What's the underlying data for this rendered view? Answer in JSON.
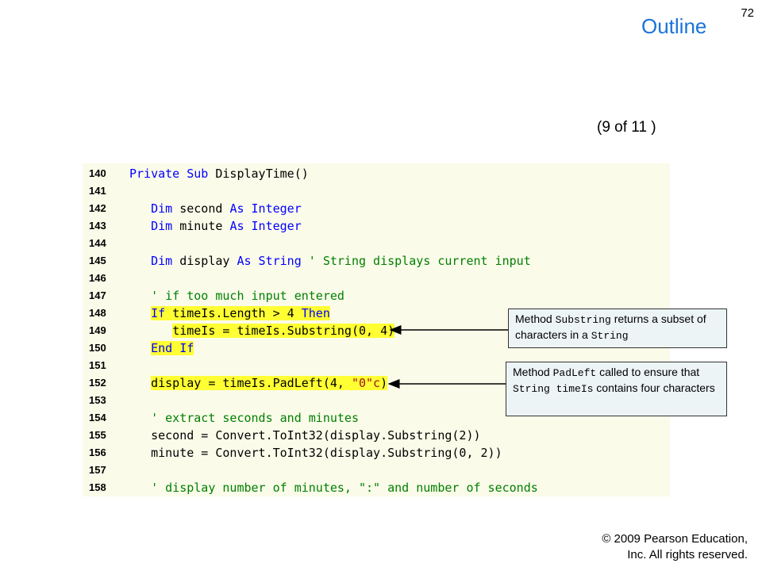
{
  "header": {
    "page_number": "72",
    "title": "Outline",
    "slide_count": "(9 of 11 )"
  },
  "code_lines": [
    {
      "num": "140",
      "segments": [
        {
          "t": "Private Sub ",
          "c": "kw"
        },
        {
          "t": "DisplayTime()",
          "c": ""
        }
      ]
    },
    {
      "num": "141",
      "segments": []
    },
    {
      "num": "142",
      "segments": [
        {
          "t": "   Dim ",
          "c": "kw"
        },
        {
          "t": "second ",
          "c": ""
        },
        {
          "t": "As Integer",
          "c": "kw"
        }
      ]
    },
    {
      "num": "143",
      "segments": [
        {
          "t": "   Dim ",
          "c": "kw"
        },
        {
          "t": "minute ",
          "c": ""
        },
        {
          "t": "As Integer",
          "c": "kw"
        }
      ]
    },
    {
      "num": "144",
      "segments": []
    },
    {
      "num": "145",
      "segments": [
        {
          "t": "   Dim ",
          "c": "kw"
        },
        {
          "t": "display ",
          "c": ""
        },
        {
          "t": "As String",
          "c": "kw"
        },
        {
          "t": " ' String displays current input",
          "c": "cm"
        }
      ]
    },
    {
      "num": "146",
      "segments": []
    },
    {
      "num": "147",
      "segments": [
        {
          "t": "   ' if too much input entered",
          "c": "cm"
        }
      ]
    },
    {
      "num": "148",
      "segments": [
        {
          "t": "   ",
          "c": ""
        },
        {
          "t": "If",
          "c": "kw hl"
        },
        {
          "t": " timeIs.Length > 4 ",
          "c": "hl"
        },
        {
          "t": "Then",
          "c": "kw hl"
        }
      ]
    },
    {
      "num": "149",
      "segments": [
        {
          "t": "      ",
          "c": ""
        },
        {
          "t": "timeIs = timeIs.Substring(0, 4)",
          "c": "hl"
        }
      ]
    },
    {
      "num": "150",
      "segments": [
        {
          "t": "   ",
          "c": ""
        },
        {
          "t": "End If",
          "c": "kw hl"
        }
      ]
    },
    {
      "num": "151",
      "segments": []
    },
    {
      "num": "152",
      "segments": [
        {
          "t": "   ",
          "c": ""
        },
        {
          "t": "display = timeIs.PadLeft(4, ",
          "c": "hl"
        },
        {
          "t": "\"0\"c",
          "c": "str hl"
        },
        {
          "t": ")",
          "c": "hl"
        }
      ]
    },
    {
      "num": "153",
      "segments": []
    },
    {
      "num": "154",
      "segments": [
        {
          "t": "   ' extract seconds and minutes",
          "c": "cm"
        }
      ]
    },
    {
      "num": "155",
      "segments": [
        {
          "t": "   second = Convert.ToInt32(display.Substring(2))",
          "c": ""
        }
      ]
    },
    {
      "num": "156",
      "segments": [
        {
          "t": "   minute = Convert.ToInt32(display.Substring(0, 2))",
          "c": ""
        }
      ]
    },
    {
      "num": "157",
      "segments": []
    },
    {
      "num": "158",
      "segments": [
        {
          "t": "   ' display number of minutes, \":\" and number of seconds",
          "c": "cm"
        }
      ]
    }
  ],
  "callouts": {
    "substring": {
      "pre": "Method ",
      "code": "Substring",
      "mid": " returns a subset of characters in a ",
      "code2": "String",
      "post": ""
    },
    "padleft": {
      "pre": "Method ",
      "code": "PadLeft",
      "mid": " called to ensure that ",
      "code2": "String timeIs",
      "post": " contains four characters"
    }
  },
  "footer": {
    "copyright_line1": "© 2009 Pearson Education,",
    "copyright_line2": "Inc.  All rights reserved."
  }
}
